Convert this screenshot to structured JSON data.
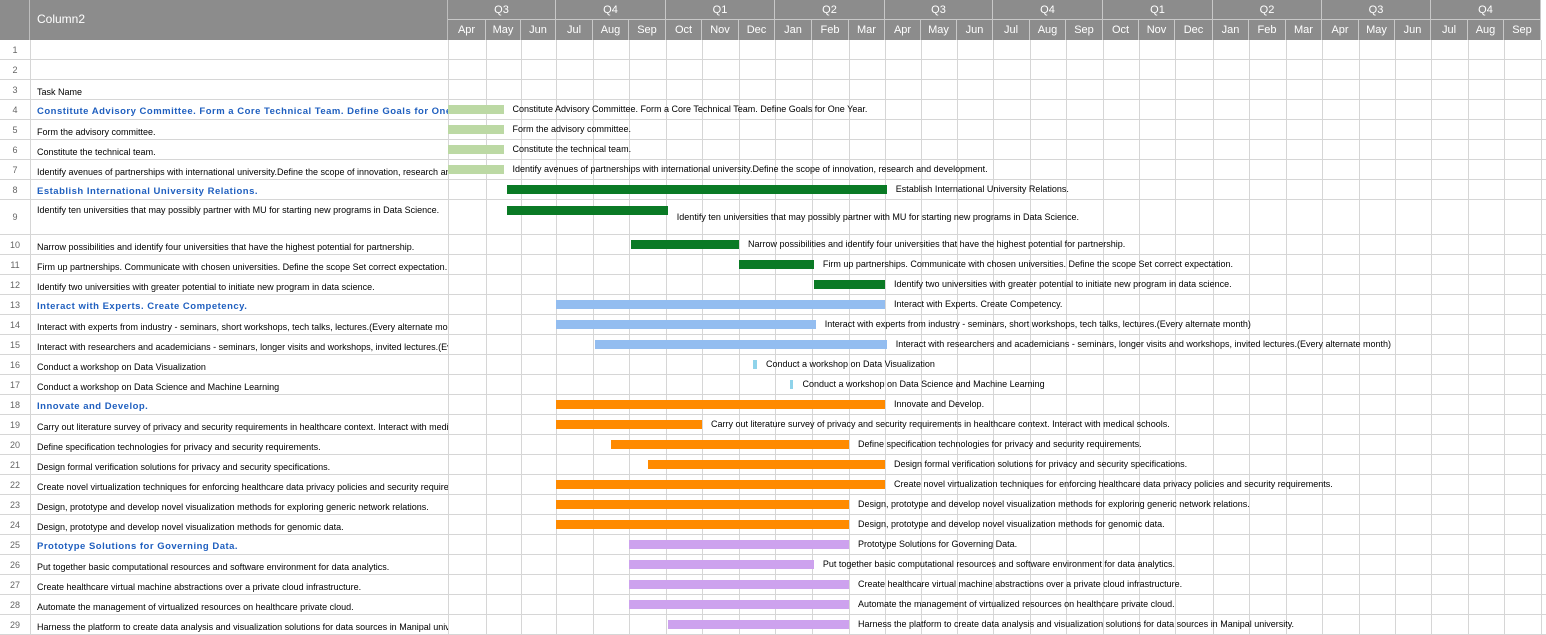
{
  "header": {
    "column_title": "Column2",
    "quarters": [
      "Q3",
      "Q4",
      "Q1",
      "Q2",
      "Q3",
      "Q4",
      "Q1",
      "Q2",
      "Q3",
      "Q4"
    ],
    "months": [
      "Apr",
      "May",
      "Jun",
      "Jul",
      "Aug",
      "Sep",
      "Oct",
      "Nov",
      "Dec",
      "Jan",
      "Feb",
      "Mar",
      "Apr",
      "May",
      "Jun",
      "Jul",
      "Aug",
      "Sep",
      "Oct",
      "Nov",
      "Dec",
      "Jan",
      "Feb",
      "Mar",
      "Apr",
      "May",
      "Jun",
      "Jul",
      "Aug",
      "Sep"
    ]
  },
  "colors": {
    "summary_text": "#1f5fbf",
    "bar_lightgreen": "#bcd9a4",
    "bar_darkgreen": "#0a7a25",
    "bar_blue": "#93bdf0",
    "bar_milestone": "#8fd3ea",
    "bar_orange": "#ff8a00",
    "bar_purple": "#cda2ee"
  },
  "rows": [
    {
      "num": "1",
      "task": "",
      "summary": false
    },
    {
      "num": "2",
      "task": "",
      "summary": false
    },
    {
      "num": "3",
      "task": "Task Name",
      "summary": false
    },
    {
      "num": "4",
      "task": "Constitute Advisory Committee. Form a Core Technical Team. Define Goals for One Year.",
      "summary": true,
      "bar": {
        "start": 0,
        "end": 1.5,
        "color": "bar_lightgreen"
      },
      "label": "Constitute Advisory Committee. Form a Core Technical Team. Define Goals for One Year."
    },
    {
      "num": "5",
      "task": "Form the  advisory committee.",
      "summary": false,
      "bar": {
        "start": 0,
        "end": 1.5,
        "color": "bar_lightgreen"
      },
      "label": "Form the  advisory committee."
    },
    {
      "num": "6",
      "task": "Constitute the technical team.",
      "summary": false,
      "bar": {
        "start": 0,
        "end": 1.5,
        "color": "bar_lightgreen"
      },
      "label": "Constitute the technical team."
    },
    {
      "num": "7",
      "task": "Identify avenues of partnerships with international university.Define the scope of innovation, research and development.",
      "summary": false,
      "bar": {
        "start": 0,
        "end": 1.5,
        "color": "bar_lightgreen"
      },
      "label": "Identify avenues of partnerships with international university.Define the scope of innovation, research and development."
    },
    {
      "num": "8",
      "task": "Establish International University Relations.",
      "summary": true,
      "bar": {
        "start": 1.6,
        "end": 12.05,
        "color": "bar_darkgreen"
      },
      "label": "Establish International University Relations."
    },
    {
      "num": "9",
      "task": "Identify ten universities that may possibly partner with MU for starting new programs in Data Science.",
      "summary": false,
      "wrap": true,
      "bar": {
        "start": 1.6,
        "end": 6.05,
        "color": "bar_darkgreen"
      },
      "label": "Identify ten universities that may possibly partner with MU for starting new programs in Data Science."
    },
    {
      "num": "10",
      "task": "Narrow possibilities and identify four  universities that have the highest potential for partnership.",
      "summary": false,
      "bar": {
        "start": 5.05,
        "end": 8.0,
        "color": "bar_darkgreen"
      },
      "label": "Narrow possibilities and identify four  universities that have the highest potential for partnership."
    },
    {
      "num": "11",
      "task": "Firm up partnerships. Communicate with chosen universities. Define the scope  Set correct expectation.",
      "summary": false,
      "bar": {
        "start": 8.0,
        "end": 10.05,
        "color": "bar_darkgreen"
      },
      "label": "Firm up partnerships. Communicate with chosen universities. Define the scope  Set correct expectation."
    },
    {
      "num": "12",
      "task": "Identify two universities with greater potential to initiate  new program in data science.",
      "summary": false,
      "bar": {
        "start": 10.05,
        "end": 12.0,
        "color": "bar_darkgreen"
      },
      "label": "Identify two universities with greater potential to initiate  new program in data science."
    },
    {
      "num": "13",
      "task": "Interact with Experts. Create Competency.",
      "summary": true,
      "bar": {
        "start": 3.0,
        "end": 12.0,
        "color": "bar_blue"
      },
      "label": "Interact with Experts. Create Competency."
    },
    {
      "num": "14",
      "task": "Interact with experts from industry - seminars, short workshops, tech talks, lectures.(Every alternate month)",
      "summary": false,
      "bar": {
        "start": 3.0,
        "end": 10.1,
        "color": "bar_blue"
      },
      "label": "Interact with experts from industry - seminars, short workshops, tech talks, lectures.(Every alternate month)"
    },
    {
      "num": "15",
      "task": "Interact with researchers and academicians - seminars, longer visits and workshops, invited lectures.(Every alternate month)",
      "summary": false,
      "bar": {
        "start": 4.05,
        "end": 12.05,
        "color": "bar_blue"
      },
      "label": "Interact with researchers and academicians - seminars, longer visits and workshops, invited lectures.(Every alternate month)"
    },
    {
      "num": "16",
      "task": "Conduct a workshop on Data Visualization",
      "summary": false,
      "bar": {
        "start": 8.4,
        "end": 8.5,
        "color": "bar_milestone"
      },
      "label": "Conduct a workshop on Data Visualization"
    },
    {
      "num": "17",
      "task": "Conduct a workshop on Data Science and Machine Learning",
      "summary": false,
      "bar": {
        "start": 9.4,
        "end": 9.5,
        "color": "bar_milestone"
      },
      "label": "Conduct a workshop on Data Science and Machine Learning"
    },
    {
      "num": "18",
      "task": "Innovate and Develop.",
      "summary": true,
      "bar": {
        "start": 3.0,
        "end": 12.0,
        "color": "bar_orange"
      },
      "label": "Innovate and Develop."
    },
    {
      "num": "19",
      "task": "Carry out literature survey of privacy and security requirements in healthcare context. Interact with medical schools.",
      "summary": false,
      "bar": {
        "start": 3.0,
        "end": 7.0,
        "color": "bar_orange"
      },
      "label": "Carry out literature survey of privacy and security requirements in healthcare context. Interact with medical schools."
    },
    {
      "num": "20",
      "task": "Define specification technologies for privacy and security requirements.",
      "summary": false,
      "bar": {
        "start": 4.5,
        "end": 11.0,
        "color": "bar_orange"
      },
      "label": "Define specification technologies for privacy and security requirements."
    },
    {
      "num": "21",
      "task": "Design formal verification solutions for privacy and security specifications.",
      "summary": false,
      "bar": {
        "start": 5.5,
        "end": 12.0,
        "color": "bar_orange"
      },
      "label": "Design formal verification solutions for privacy and security specifications."
    },
    {
      "num": "22",
      "task": "Create novel virtualization techniques for enforcing healthcare data privacy policies and security requirements.",
      "summary": false,
      "bar": {
        "start": 3.0,
        "end": 12.0,
        "color": "bar_orange"
      },
      "label": "Create novel virtualization techniques for enforcing healthcare data privacy policies and security requirements."
    },
    {
      "num": "23",
      "task": "Design, prototype and develop novel visualization methods for exploring generic network relations.",
      "summary": false,
      "bar": {
        "start": 3.0,
        "end": 11.0,
        "color": "bar_orange"
      },
      "label": "Design, prototype and develop novel visualization methods for exploring generic network relations."
    },
    {
      "num": "24",
      "task": "Design, prototype and develop novel visualization methods for genomic data.",
      "summary": false,
      "bar": {
        "start": 3.0,
        "end": 11.0,
        "color": "bar_orange"
      },
      "label": "Design, prototype and develop novel visualization methods for genomic data."
    },
    {
      "num": "25",
      "task": "Prototype Solutions for Governing Data.",
      "summary": true,
      "bar": {
        "start": 5.0,
        "end": 11.0,
        "color": "bar_purple"
      },
      "label": "Prototype Solutions for Governing Data."
    },
    {
      "num": "26",
      "task": "Put together basic computational resources and software environment for data analytics.",
      "summary": false,
      "bar": {
        "start": 5.0,
        "end": 10.05,
        "color": "bar_purple"
      },
      "label": "Put together basic computational resources and software environment for data analytics."
    },
    {
      "num": "27",
      "task": "Create healthcare virtual machine abstractions over a private cloud infrastructure.",
      "summary": false,
      "bar": {
        "start": 5.0,
        "end": 11.0,
        "color": "bar_purple"
      },
      "label": "Create healthcare virtual machine abstractions over a private cloud infrastructure."
    },
    {
      "num": "28",
      "task": "Automate the management of virtualized resources on healthcare private cloud.",
      "summary": false,
      "bar": {
        "start": 5.0,
        "end": 11.0,
        "color": "bar_purple"
      },
      "label": "Automate the management of virtualized resources on healthcare private cloud."
    },
    {
      "num": "29",
      "task": "Harness the platform to create data analysis and visualization solutions for data sources in Manipal university.",
      "summary": false,
      "bar": {
        "start": 6.05,
        "end": 11.0,
        "color": "bar_purple"
      },
      "label": "Harness the platform to create data analysis and visualization solutions for data sources in Manipal university."
    }
  ]
}
